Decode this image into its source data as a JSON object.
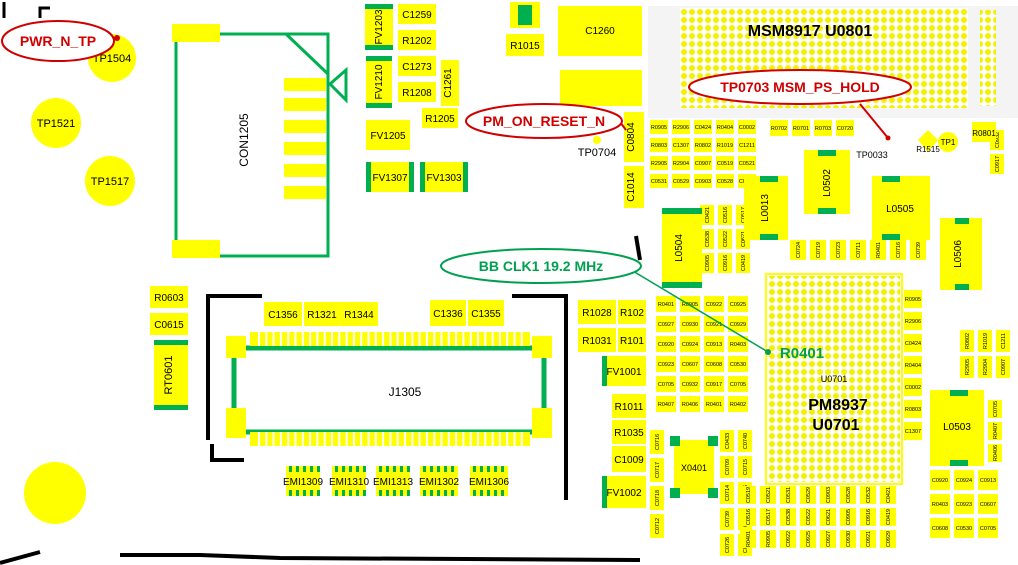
{
  "callouts": {
    "pwr": "PWR_N_TP",
    "pm_reset": "PM_ON_RESET_N",
    "ps_hold": "TP0703 MSM_PS_HOLD",
    "bb_clk": "BB CLK1 19.2 MHz",
    "r0401": "R0401"
  },
  "chips": {
    "msm_name": "MSM8917 U0801",
    "pm_line1": "PM8937",
    "pm_line2": "U0701",
    "u0701_small": "U0701"
  },
  "connectors": {
    "con": "CON1205",
    "j1305": "J1305"
  },
  "test_points": {
    "tp1504": "TP1504",
    "tp1521": "TP1521",
    "tp1517": "TP1517",
    "tp0704": "TP0704"
  },
  "parts": {
    "fv1203": "FV1203",
    "c1259": "C1259",
    "r1202": "R1202",
    "c1273": "C1273",
    "r1208": "R1208",
    "c1261": "C1261",
    "r1205": "R1205",
    "fv1210": "FV1210",
    "fv1205": "FV1205",
    "fv1307": "FV1307",
    "fv1303": "FV1303",
    "r1015": "R1015",
    "c1260": "C1260",
    "c0804": "C0804",
    "c1014": "C1014",
    "r0603": "R0603",
    "c0615": "C0615",
    "rt0601": "RT0601",
    "c1356": "C1356",
    "r1321": "R1321",
    "r1344": "R1344",
    "c1336": "C1336",
    "c1355": "C1355",
    "r1028": "R1028",
    "r102": "R102",
    "r1031": "R1031",
    "r101": "R101",
    "fv1001": "FV1001",
    "r1011": "R1011",
    "r1035": "R1035",
    "c1009": "C1009",
    "fv1002": "FV1002",
    "emi1309": "EMI1309",
    "emi1310": "EMI1310",
    "emi1313": "EMI1313",
    "emi1302": "EMI1302",
    "emi1306": "EMI1306",
    "l0504": "L0504",
    "l0013": "L0013",
    "l0502": "L0502",
    "l0505": "L0505",
    "l0506": "L0506",
    "l0503": "L0503",
    "x0401": "X0401",
    "tp0033": "TP0033",
    "r1515": "R1515",
    "tp1": "TP1",
    "r0801": "R0801"
  },
  "micro_parts": [
    "R0905",
    "R2906",
    "C0424",
    "R0404",
    "C0002",
    "R0803",
    "C1307",
    "R0802",
    "R1019",
    "C1211",
    "R2905",
    "R2904",
    "C0907",
    "C0519",
    "C0521",
    "C0531",
    "C0529",
    "C0903",
    "C0528",
    "C0532",
    "C0421",
    "C0516",
    "C0517",
    "C0538",
    "C0522",
    "C0621",
    "C0905",
    "C0916",
    "C0419",
    "R0401",
    "R0905",
    "C0922",
    "C0925",
    "C0927",
    "C0930",
    "C0921",
    "C0929",
    "C0920",
    "C0924",
    "C0913",
    "R0403",
    "C0923",
    "C0607",
    "C0608",
    "C0530",
    "C0705",
    "C0932",
    "C0917",
    "C0705",
    "R0407",
    "R0406",
    "R0401",
    "R0402",
    "C0433",
    "C0740",
    "C0709",
    "C0715",
    "C0714",
    "C0716",
    "C0739",
    "C0738",
    "C0726",
    "C0733",
    "C0716",
    "C0717",
    "C0718",
    "C0712",
    "R0702",
    "R0701",
    "R0703",
    "C0720",
    "C0724",
    "C0719",
    "C0723",
    "C0711",
    "R0401",
    "C0716",
    "C0739"
  ]
}
